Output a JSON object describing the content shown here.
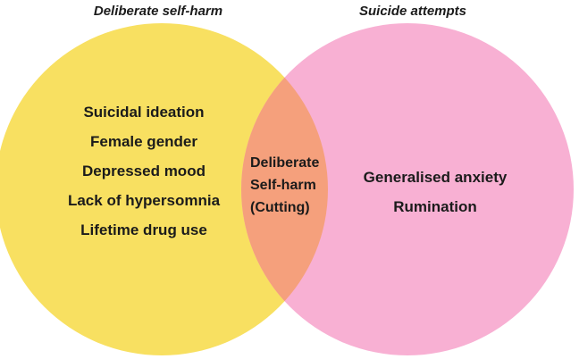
{
  "diagram": {
    "type": "venn",
    "background_color": "#FFFFFF",
    "text_color": "#1B1B1B",
    "left_set": {
      "title": "Deliberate self-harm",
      "color": "#F8E061",
      "items": [
        "Suicidal ideation",
        "Female gender",
        "Depressed mood",
        "Lack of hypersomnia",
        "Lifetime drug use"
      ]
    },
    "right_set": {
      "title": "Suicide attempts",
      "color": "#F8B0D3",
      "items": [
        "Generalised anxiety",
        "Rumination"
      ]
    },
    "intersection": {
      "color": "#F5A07C",
      "lines": [
        "Deliberate",
        "Self-harm",
        "(Cutting)"
      ]
    }
  }
}
